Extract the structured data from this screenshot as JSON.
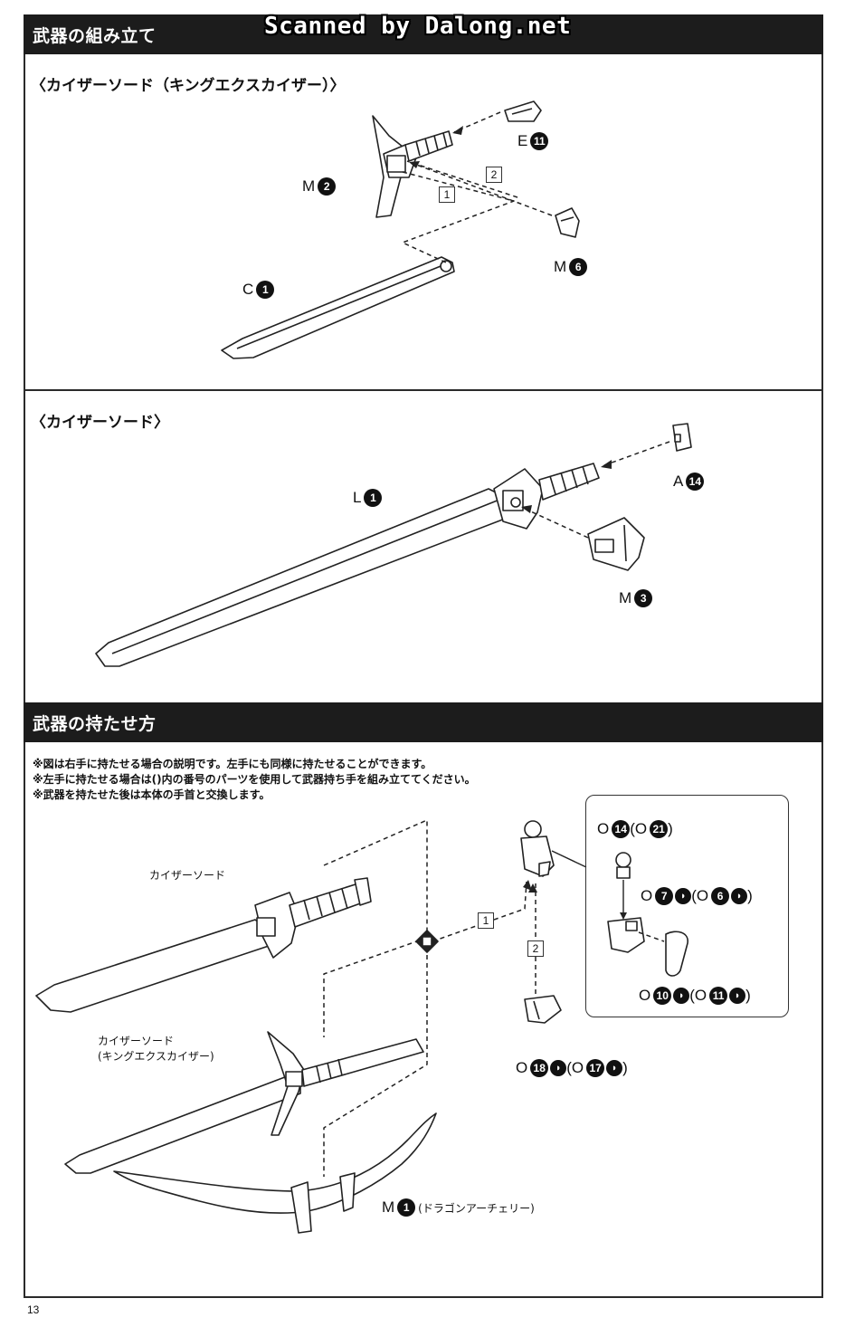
{
  "watermark": "Scanned by Dalong.net",
  "sections": {
    "assembly_title": "武器の組み立て",
    "holding_title": "武器の持たせ方"
  },
  "subsections": {
    "king_sword_title": "〈カイザーソード（キングエクスカイザー）〉",
    "kaiser_sword_title": "〈カイザーソード〉"
  },
  "parts_section1": {
    "E": {
      "letter": "E",
      "num": "11"
    },
    "M2": {
      "letter": "M",
      "num": "2"
    },
    "M6": {
      "letter": "M",
      "num": "6"
    },
    "C1": {
      "letter": "C",
      "num": "1"
    },
    "step1": "1",
    "step2": "2"
  },
  "parts_section2": {
    "L1": {
      "letter": "L",
      "num": "1"
    },
    "A14": {
      "letter": "A",
      "num": "14"
    },
    "M3": {
      "letter": "M",
      "num": "3"
    }
  },
  "notes": [
    "※図は右手に持たせる場合の説明です。左手にも同様に持たせることができます。",
    "※左手に持たせる場合は()内の番号のパーツを使用して武器持ち手を組み立ててください。",
    "※武器を持たせた後は本体の手首と交換します。"
  ],
  "holding": {
    "kaiser_sword_label": "カイザーソード",
    "king_sword_label_line1": "カイザーソード",
    "king_sword_label_line2": "(キングエクスカイザー)",
    "archery_label": {
      "letter": "M",
      "num": "1",
      "suffix": "(ドラゴンアーチェリー)"
    },
    "step1": "1",
    "step2": "2",
    "O18": {
      "text_a": "O",
      "num_a": "18",
      "text_b": "(O",
      "num_b": "17",
      "close": ")"
    },
    "inset": {
      "O14": {
        "text_a": "O",
        "num_a": "14",
        "text_b": "(O",
        "num_b": "21",
        "close": ")"
      },
      "O7": {
        "text_a": "O",
        "num_a": "7",
        "text_b": "(O",
        "num_b": "6",
        "close": ")"
      },
      "O10": {
        "text_a": "O",
        "num_a": "10",
        "text_b": "(O",
        "num_b": "11",
        "close": ")"
      }
    }
  },
  "page_number": "13"
}
